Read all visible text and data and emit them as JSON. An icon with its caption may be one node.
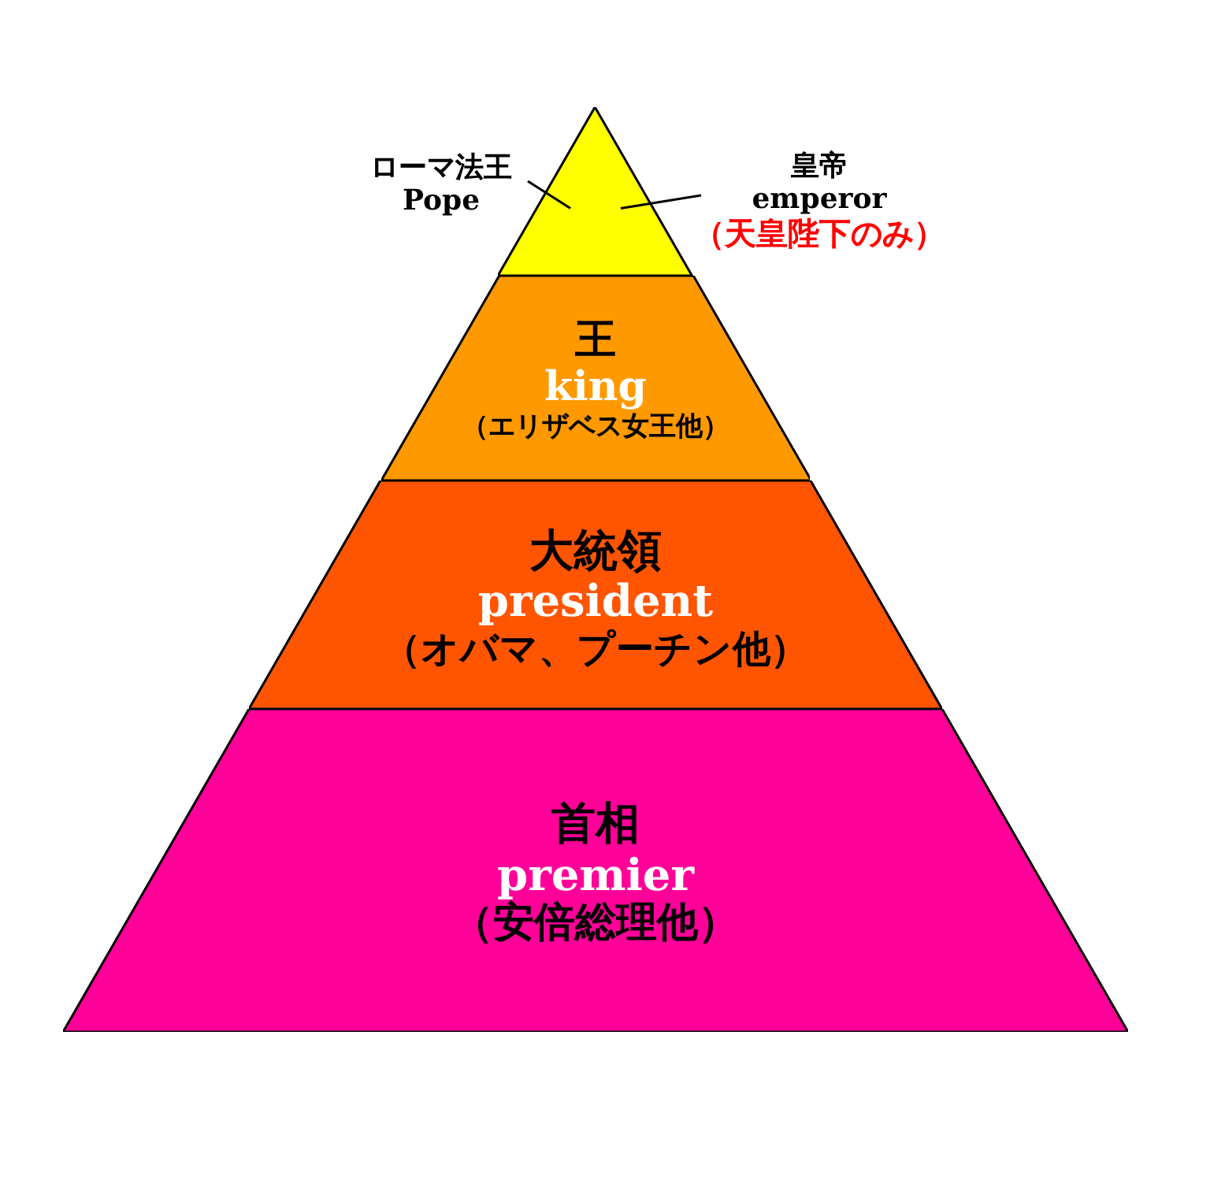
{
  "diagram": {
    "nodes": [
      {
        "text": [
          "ローマ法王",
          "Pope"
        ]
      },
      {
        "text": [
          "皇帝",
          "emperor",
          "（天皇陛下のみ）"
        ]
      },
      {
        "text": [],
        "shape": "triangle"
      },
      {
        "text": [
          "王",
          "king",
          "（エリザベス女王他）"
        ]
      },
      {
        "text": [
          "大統領",
          "president",
          "（オバマ、プーチン他）"
        ]
      },
      {
        "text": [
          "首相",
          "premier",
          "（安倍総理他）"
        ]
      }
    ],
    "edges": [
      {
        "from": 0,
        "to": 2,
        "arrow": "none"
      },
      {
        "from": 1,
        "to": 2,
        "arrow": "none"
      }
    ]
  }
}
